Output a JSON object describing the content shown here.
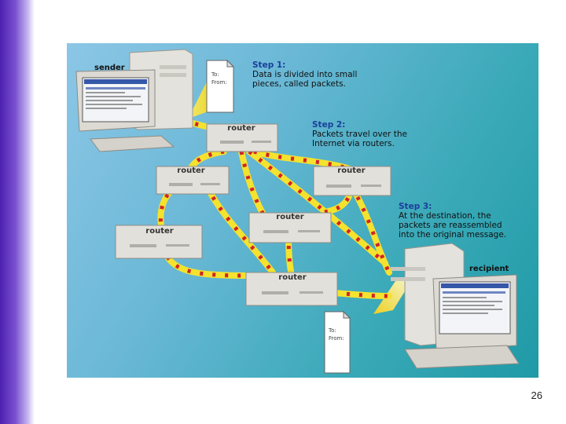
{
  "diagram": {
    "sender_label": "sender",
    "recipient_label": "recipient",
    "router_label": "router",
    "routers": [
      {
        "id": "r1",
        "label": "router"
      },
      {
        "id": "r2",
        "label": "router"
      },
      {
        "id": "r3",
        "label": "router"
      },
      {
        "id": "r4",
        "label": "router"
      },
      {
        "id": "r5",
        "label": "router"
      },
      {
        "id": "r6",
        "label": "router"
      }
    ],
    "document": {
      "to": "To:",
      "from": "From:"
    },
    "steps": [
      {
        "title": "Step 1:",
        "lines": [
          "Data is divided into small",
          "pieces, called packets."
        ]
      },
      {
        "title": "Step 2:",
        "lines": [
          "Packets travel over the",
          "Internet via routers."
        ]
      },
      {
        "title": "Step 3:",
        "lines": [
          "At the destination, the",
          "packets are reassembled",
          "into the original message."
        ]
      }
    ]
  },
  "slide": {
    "page_number": "26"
  },
  "colors": {
    "accent": "#4d20b0",
    "path": "#f4e22e",
    "packet": "#d2232a",
    "step_title": "#1a3f9a"
  }
}
